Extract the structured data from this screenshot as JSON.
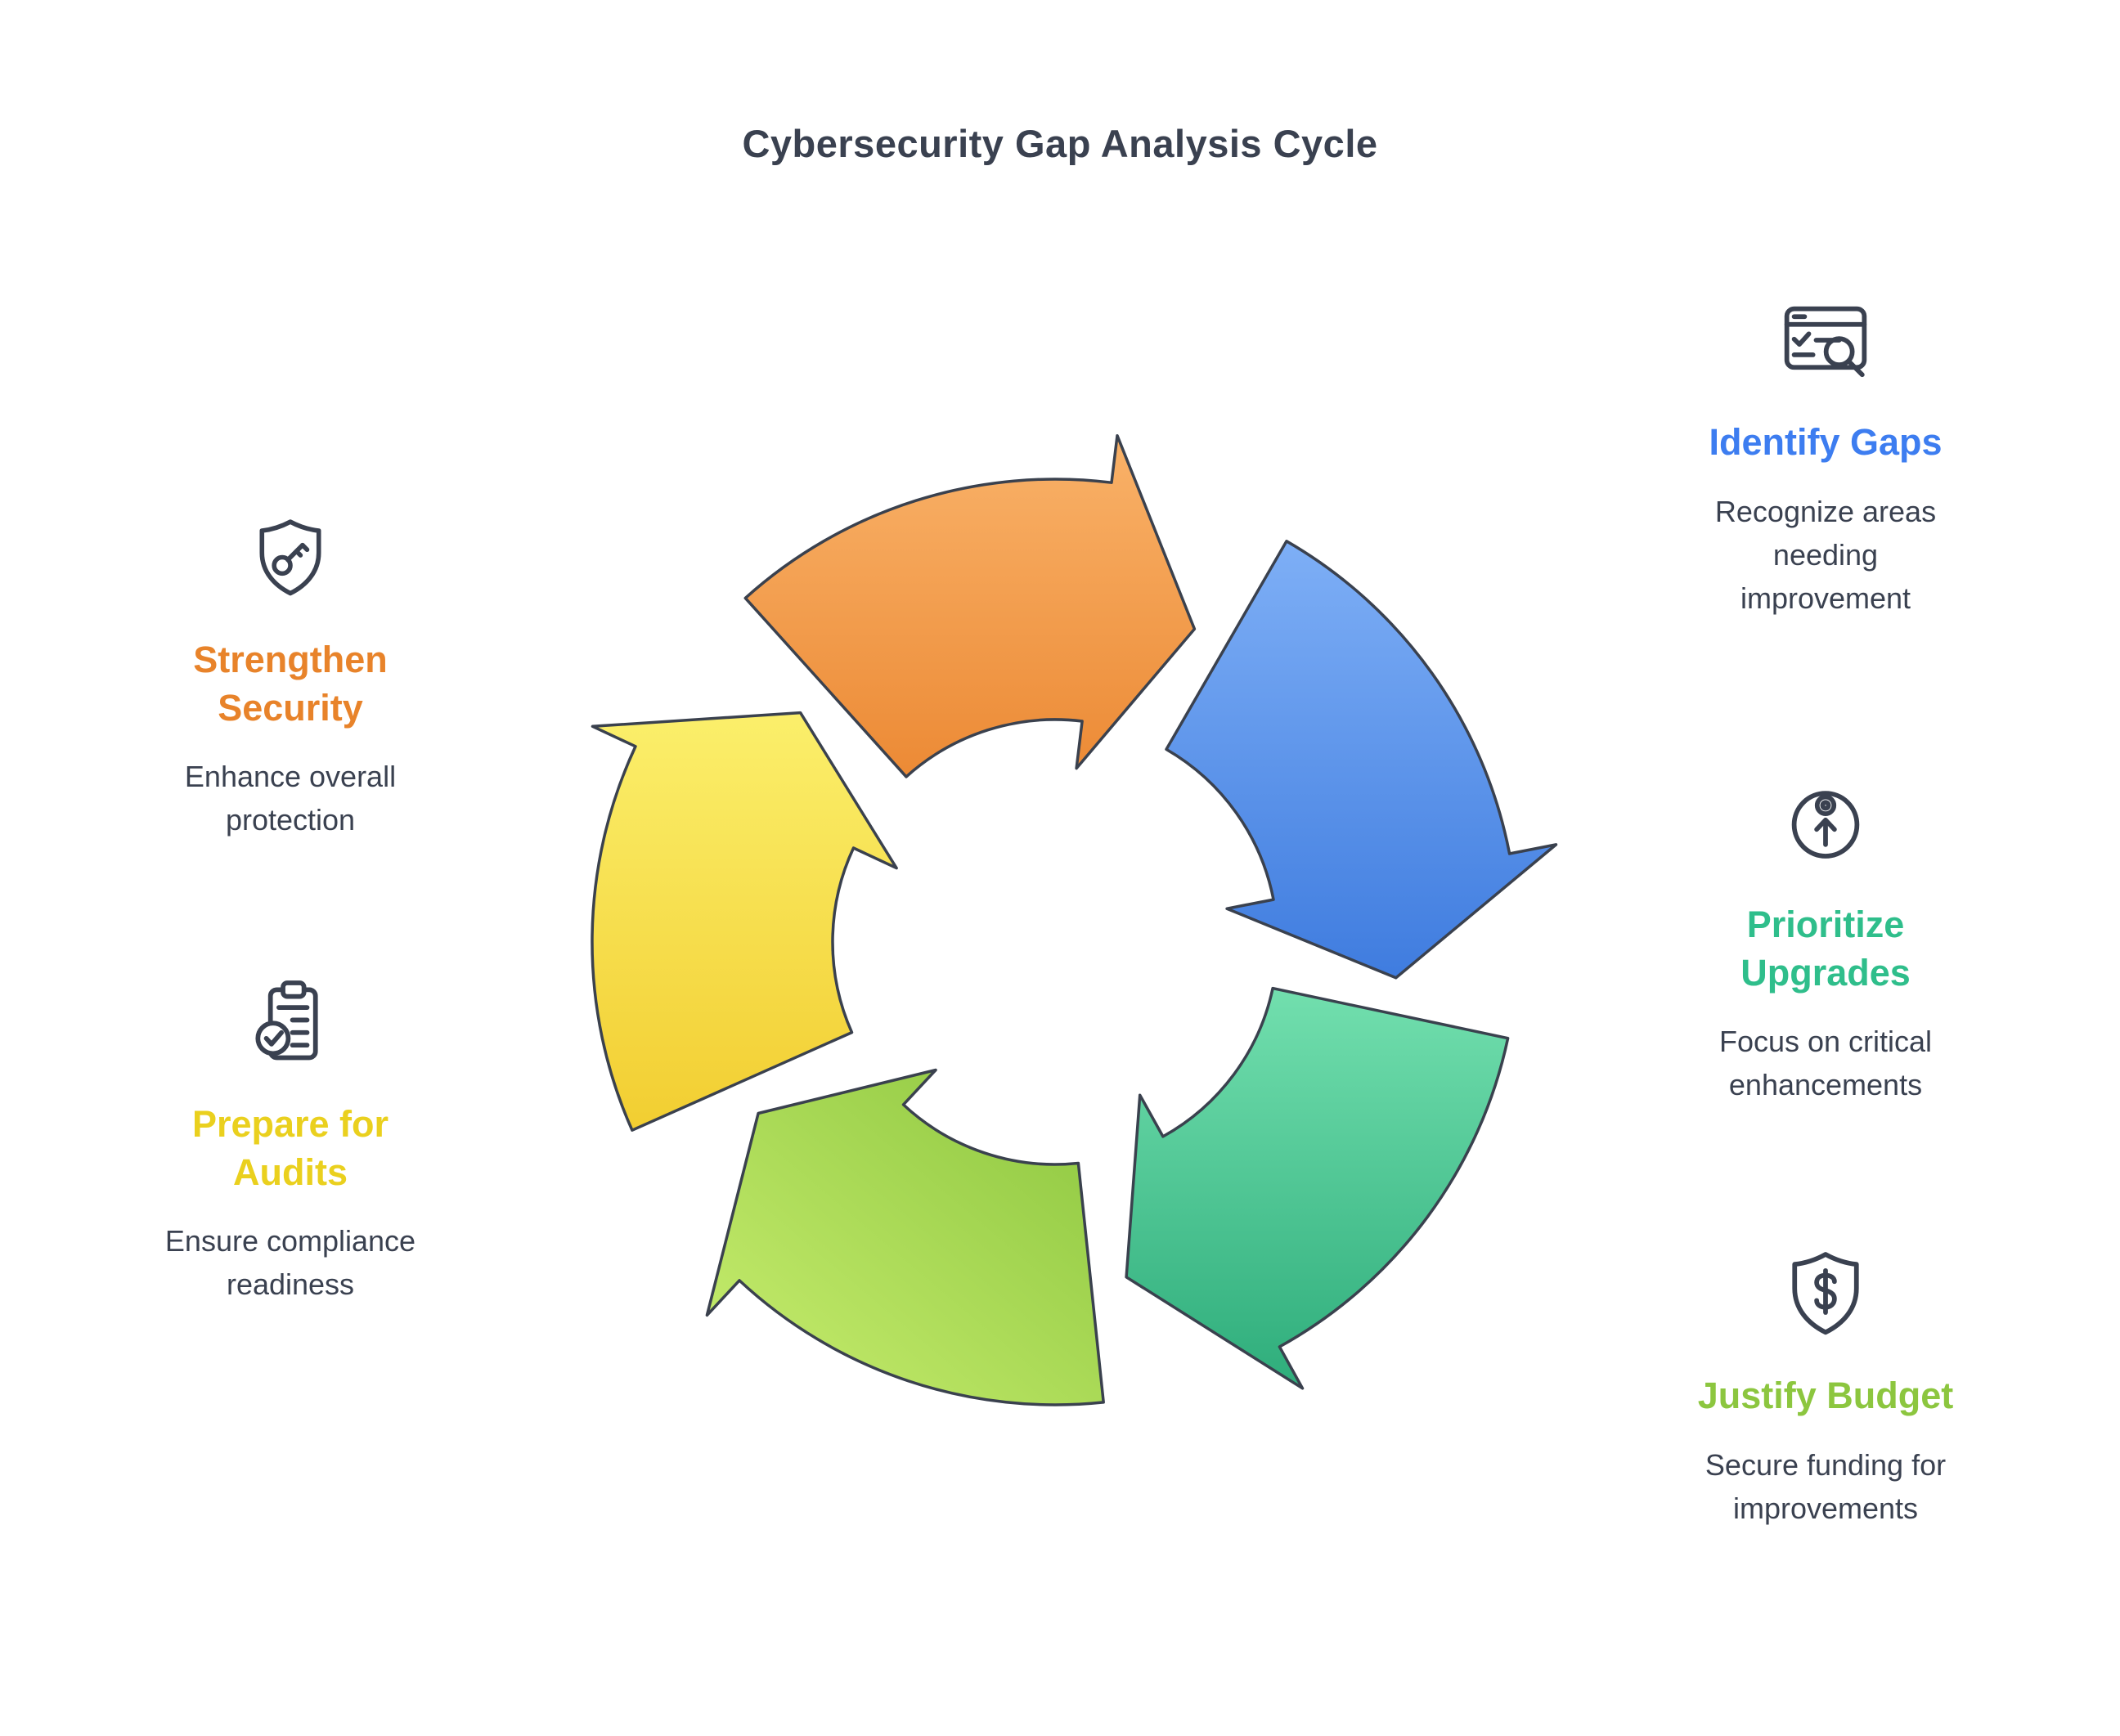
{
  "title": "Cybersecurity Gap Analysis Cycle",
  "text_color": "#3A4150",
  "cycle": {
    "stroke": "#3A414E",
    "segments": [
      {
        "name": "strengthen-security",
        "gradient": [
          "#F9B269",
          "#EC8A35"
        ]
      },
      {
        "name": "identify-gaps",
        "gradient": [
          "#7EAFF6",
          "#3F7CDF"
        ]
      },
      {
        "name": "prioritize-upgrades",
        "gradient": [
          "#72DFAE",
          "#2EAD7B"
        ]
      },
      {
        "name": "justify-budget",
        "gradient": [
          "#8CC63F",
          "#C9EE6F"
        ]
      },
      {
        "name": "prepare-for-audits",
        "gradient": [
          "#FBEF6B",
          "#F2CE31"
        ]
      }
    ]
  },
  "steps": [
    {
      "id": "identify-gaps",
      "icon": "browser-search-icon",
      "title": "Identify Gaps",
      "description": "Recognize areas needing improvement",
      "color": "#3D7DF0"
    },
    {
      "id": "prioritize-upgrades",
      "icon": "target-up-arrow-icon",
      "title": "Prioritize Upgrades",
      "description": "Focus on critical enhancements",
      "color": "#2FBE8B"
    },
    {
      "id": "justify-budget",
      "icon": "shield-dollar-icon",
      "title": "Justify Budget",
      "description": "Secure funding for improvements",
      "color": "#8CC63F"
    },
    {
      "id": "strengthen-security",
      "icon": "shield-key-icon",
      "title": "Strengthen Security",
      "description": "Enhance overall protection",
      "color": "#E8832A"
    },
    {
      "id": "prepare-for-audits",
      "icon": "clipboard-check-icon",
      "title": "Prepare for Audits",
      "description": "Ensure compliance readiness",
      "color": "#EAD01E"
    }
  ]
}
